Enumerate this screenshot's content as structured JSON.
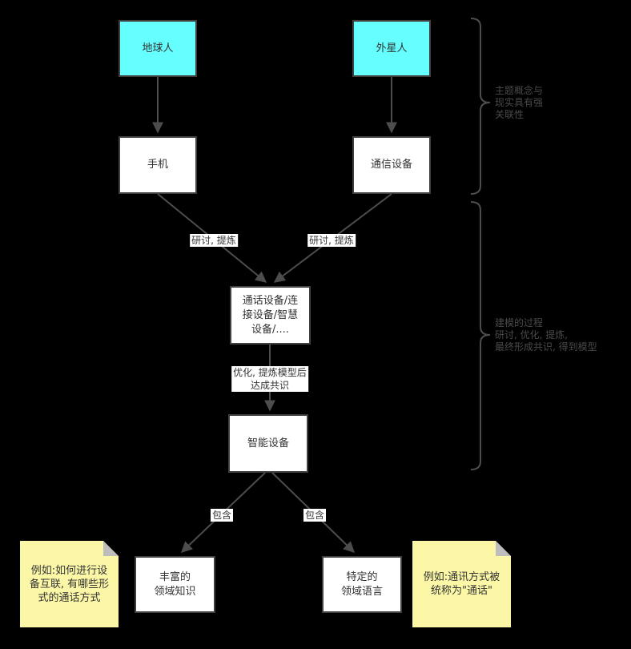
{
  "nodes": {
    "earthling": {
      "label": "地球人"
    },
    "alien": {
      "label": "外星人"
    },
    "phone": {
      "label": "手机"
    },
    "comm_device": {
      "label": "通信设备"
    },
    "merged_concepts": {
      "label": "通话设备/连\n接设备/智慧\n设备/...."
    },
    "smart_device": {
      "label": "智能设备"
    },
    "domain_knowledge": {
      "label": "丰富的\n领域知识"
    },
    "domain_language": {
      "label": "特定的\n领域语言"
    }
  },
  "edge_labels": {
    "discuss_left": "研讨, 提炼",
    "discuss_right": "研讨, 提炼",
    "optimize": "优化, 提炼模型后\n达成共识",
    "contain_left": "包含",
    "contain_right": "包含"
  },
  "annotations": {
    "top": "主题概念与\n现实具有强\n关联性",
    "middle": "建模的过程\n研讨, 优化, 提炼,\n最终形成共识, 得到模型"
  },
  "notes": {
    "left": "例如:如何进行设\n备互联, 有哪些形\n式的通话方式",
    "right": "例如:通讯方式被\n统称为\"通话\""
  },
  "colors": {
    "background": "#000000",
    "actor_fill": "#66FFFF",
    "box_fill": "#FFFFFF",
    "note_fill": "#FBF7A7",
    "note_fold": "#BDBDBD",
    "edge_stroke": "#4D4D4D",
    "box_border": "#404040",
    "box_text": "#333333",
    "annotation_text": "#4A4A4A"
  }
}
